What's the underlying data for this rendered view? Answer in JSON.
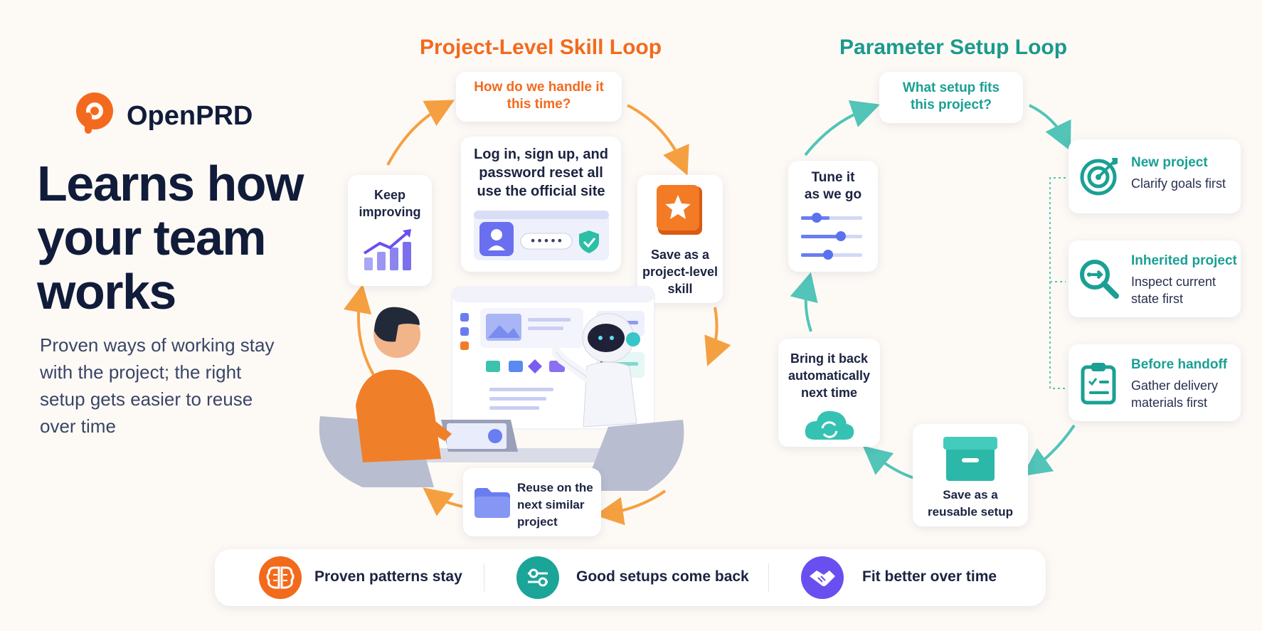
{
  "brand": {
    "name": "OpenPRD"
  },
  "hero": {
    "line1": "Learns how",
    "line2": "your team",
    "line3": "works",
    "subtitle_lines": [
      "Proven ways of working stay",
      "with the project; the right",
      "setup gets easier to reuse",
      "over time"
    ]
  },
  "skill_loop": {
    "title": "Project-Level Skill Loop",
    "question": [
      "How do we handle it",
      "this time?"
    ],
    "example": [
      "Log in, sign up, and",
      "password reset all",
      "use the official site"
    ],
    "save": [
      "Save as a",
      "project-level",
      "skill"
    ],
    "reuse": [
      "Reuse on the",
      "next similar",
      "project"
    ],
    "improve": [
      "Keep",
      "improving"
    ]
  },
  "param_loop": {
    "title": "Parameter Setup Loop",
    "question": [
      "What setup fits",
      "this project?"
    ],
    "tune": [
      "Tune it",
      "as we go"
    ],
    "bring_back": [
      "Bring it back",
      "automatically",
      "next time"
    ],
    "save_setup": [
      "Save as a",
      "reusable setup"
    ],
    "cases": [
      {
        "title": "New project",
        "sub": [
          "Clarify goals first"
        ],
        "icon": "target-icon"
      },
      {
        "title": "Inherited project",
        "sub": [
          "Inspect current",
          "state first"
        ],
        "icon": "magnifier-icon"
      },
      {
        "title": "Before handoff",
        "sub": [
          "Gather delivery",
          "materials first"
        ],
        "icon": "clipboard-icon"
      }
    ]
  },
  "footer": {
    "items": [
      {
        "label": "Proven patterns stay",
        "icon": "brain-icon",
        "color": "#f26a1c"
      },
      {
        "label": "Good setups come back",
        "icon": "sliders-icon",
        "color": "#1aa598"
      },
      {
        "label": "Fit better over time",
        "icon": "handshake-icon",
        "color": "#6a4ff0"
      }
    ]
  },
  "colors": {
    "orange": "#f36a1e",
    "teal": "#1a9a8c",
    "purple": "#6a4ff0",
    "navy": "#111c3a"
  }
}
